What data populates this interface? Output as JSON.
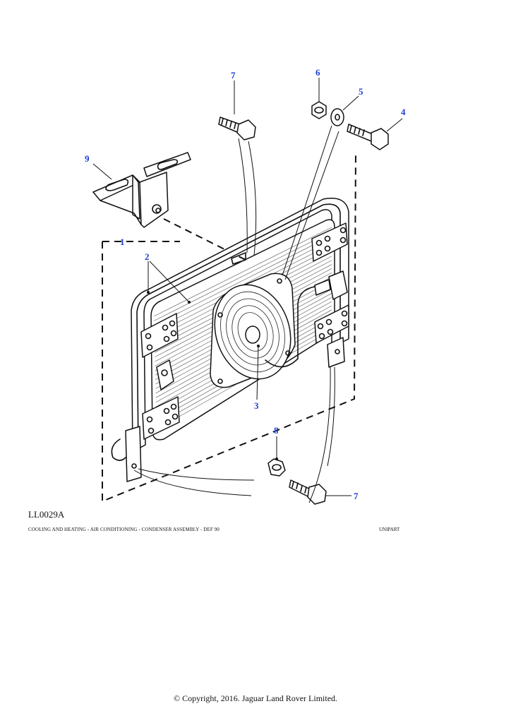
{
  "diagram": {
    "reference_code": "LL0029A",
    "caption": "COOLING AND HEATING - AIR CONDITIONING - CONDENSER ASSEMBLY - DEF 90",
    "brand": "UNIPART",
    "copyright": "© Copyright, 2016. Jaguar Land Rover Limited.",
    "callouts": {
      "c1": "1",
      "c2": "2",
      "c3": "3",
      "c4": "4",
      "c5": "5",
      "c6": "6",
      "c7_top": "7",
      "c7_bottom": "7",
      "c8": "8",
      "c9": "9"
    },
    "callout_color": "#1a3fd0"
  }
}
